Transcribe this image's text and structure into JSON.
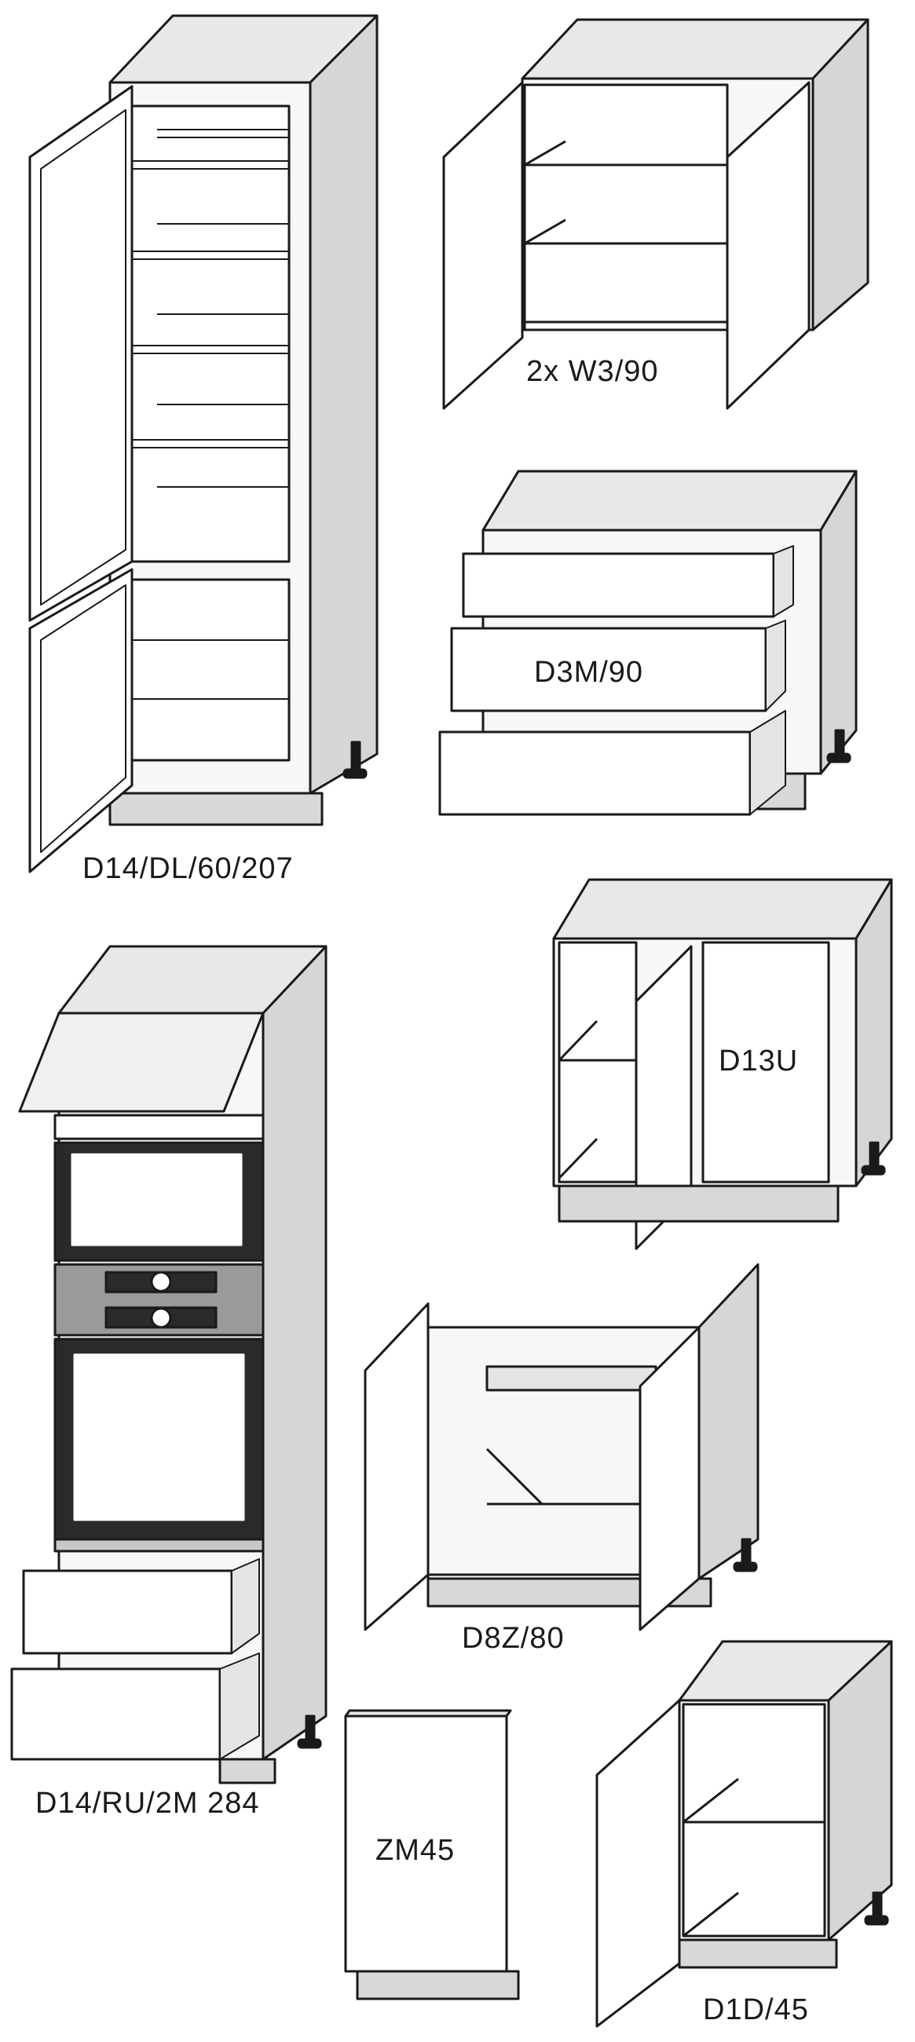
{
  "labels": {
    "tall_fridge": "D14/DL/60/207",
    "wall_double": "2x W3/90",
    "drawers_base": "D3M/90",
    "corner_base": "D13U",
    "tall_oven": "D14/RU/2M 284",
    "sink_base": "D8Z/80",
    "panel": "ZM45",
    "single_base": "D1D/45"
  },
  "colors": {
    "line": "#1a1a1a",
    "panel_light": "#f2f2f2",
    "panel_mid": "#e4e4e4",
    "panel_dark": "#d4d4d4",
    "plinth": "#d8d8d8",
    "oven_dark": "#2a2a2a",
    "oven_steel": "#9a9a9a"
  }
}
